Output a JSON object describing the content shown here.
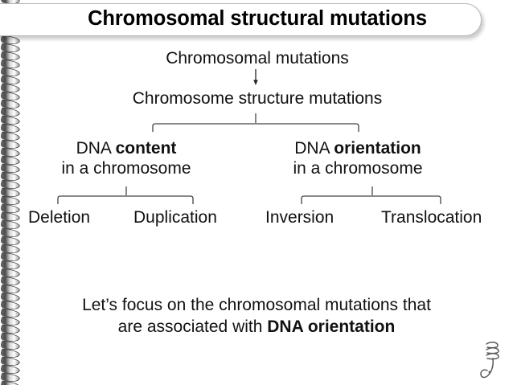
{
  "slide": {
    "title": "Chromosomal structural mutations",
    "background_color": "#ffffff",
    "text_color": "#111111"
  },
  "diagram": {
    "root": "Chromosomal mutations",
    "level2": "Chromosome structure mutations",
    "branches": [
      {
        "label_plain": "DNA ",
        "label_bold": "content",
        "label_line2": "in a chromosome",
        "children": [
          "Deletion",
          "Duplication"
        ]
      },
      {
        "label_plain": "DNA ",
        "label_bold": "orientation",
        "label_line2": "in a chromosome",
        "children": [
          "Inversion",
          "Translocation"
        ]
      }
    ],
    "leaves": {
      "deletion": "Deletion",
      "duplication": "Duplication",
      "inversion": "Inversion",
      "translocation": "Translocation"
    }
  },
  "footer": {
    "line1": "Let’s focus on the chromosomal mutations that",
    "line2_plain": "are associated with ",
    "line2_bold": "DNA orientation"
  },
  "decorations": {
    "spiral_binding": "spiral-binding-icon",
    "corner_flourish": "calligraphic-flourish-icon",
    "line_color": "#333333"
  }
}
